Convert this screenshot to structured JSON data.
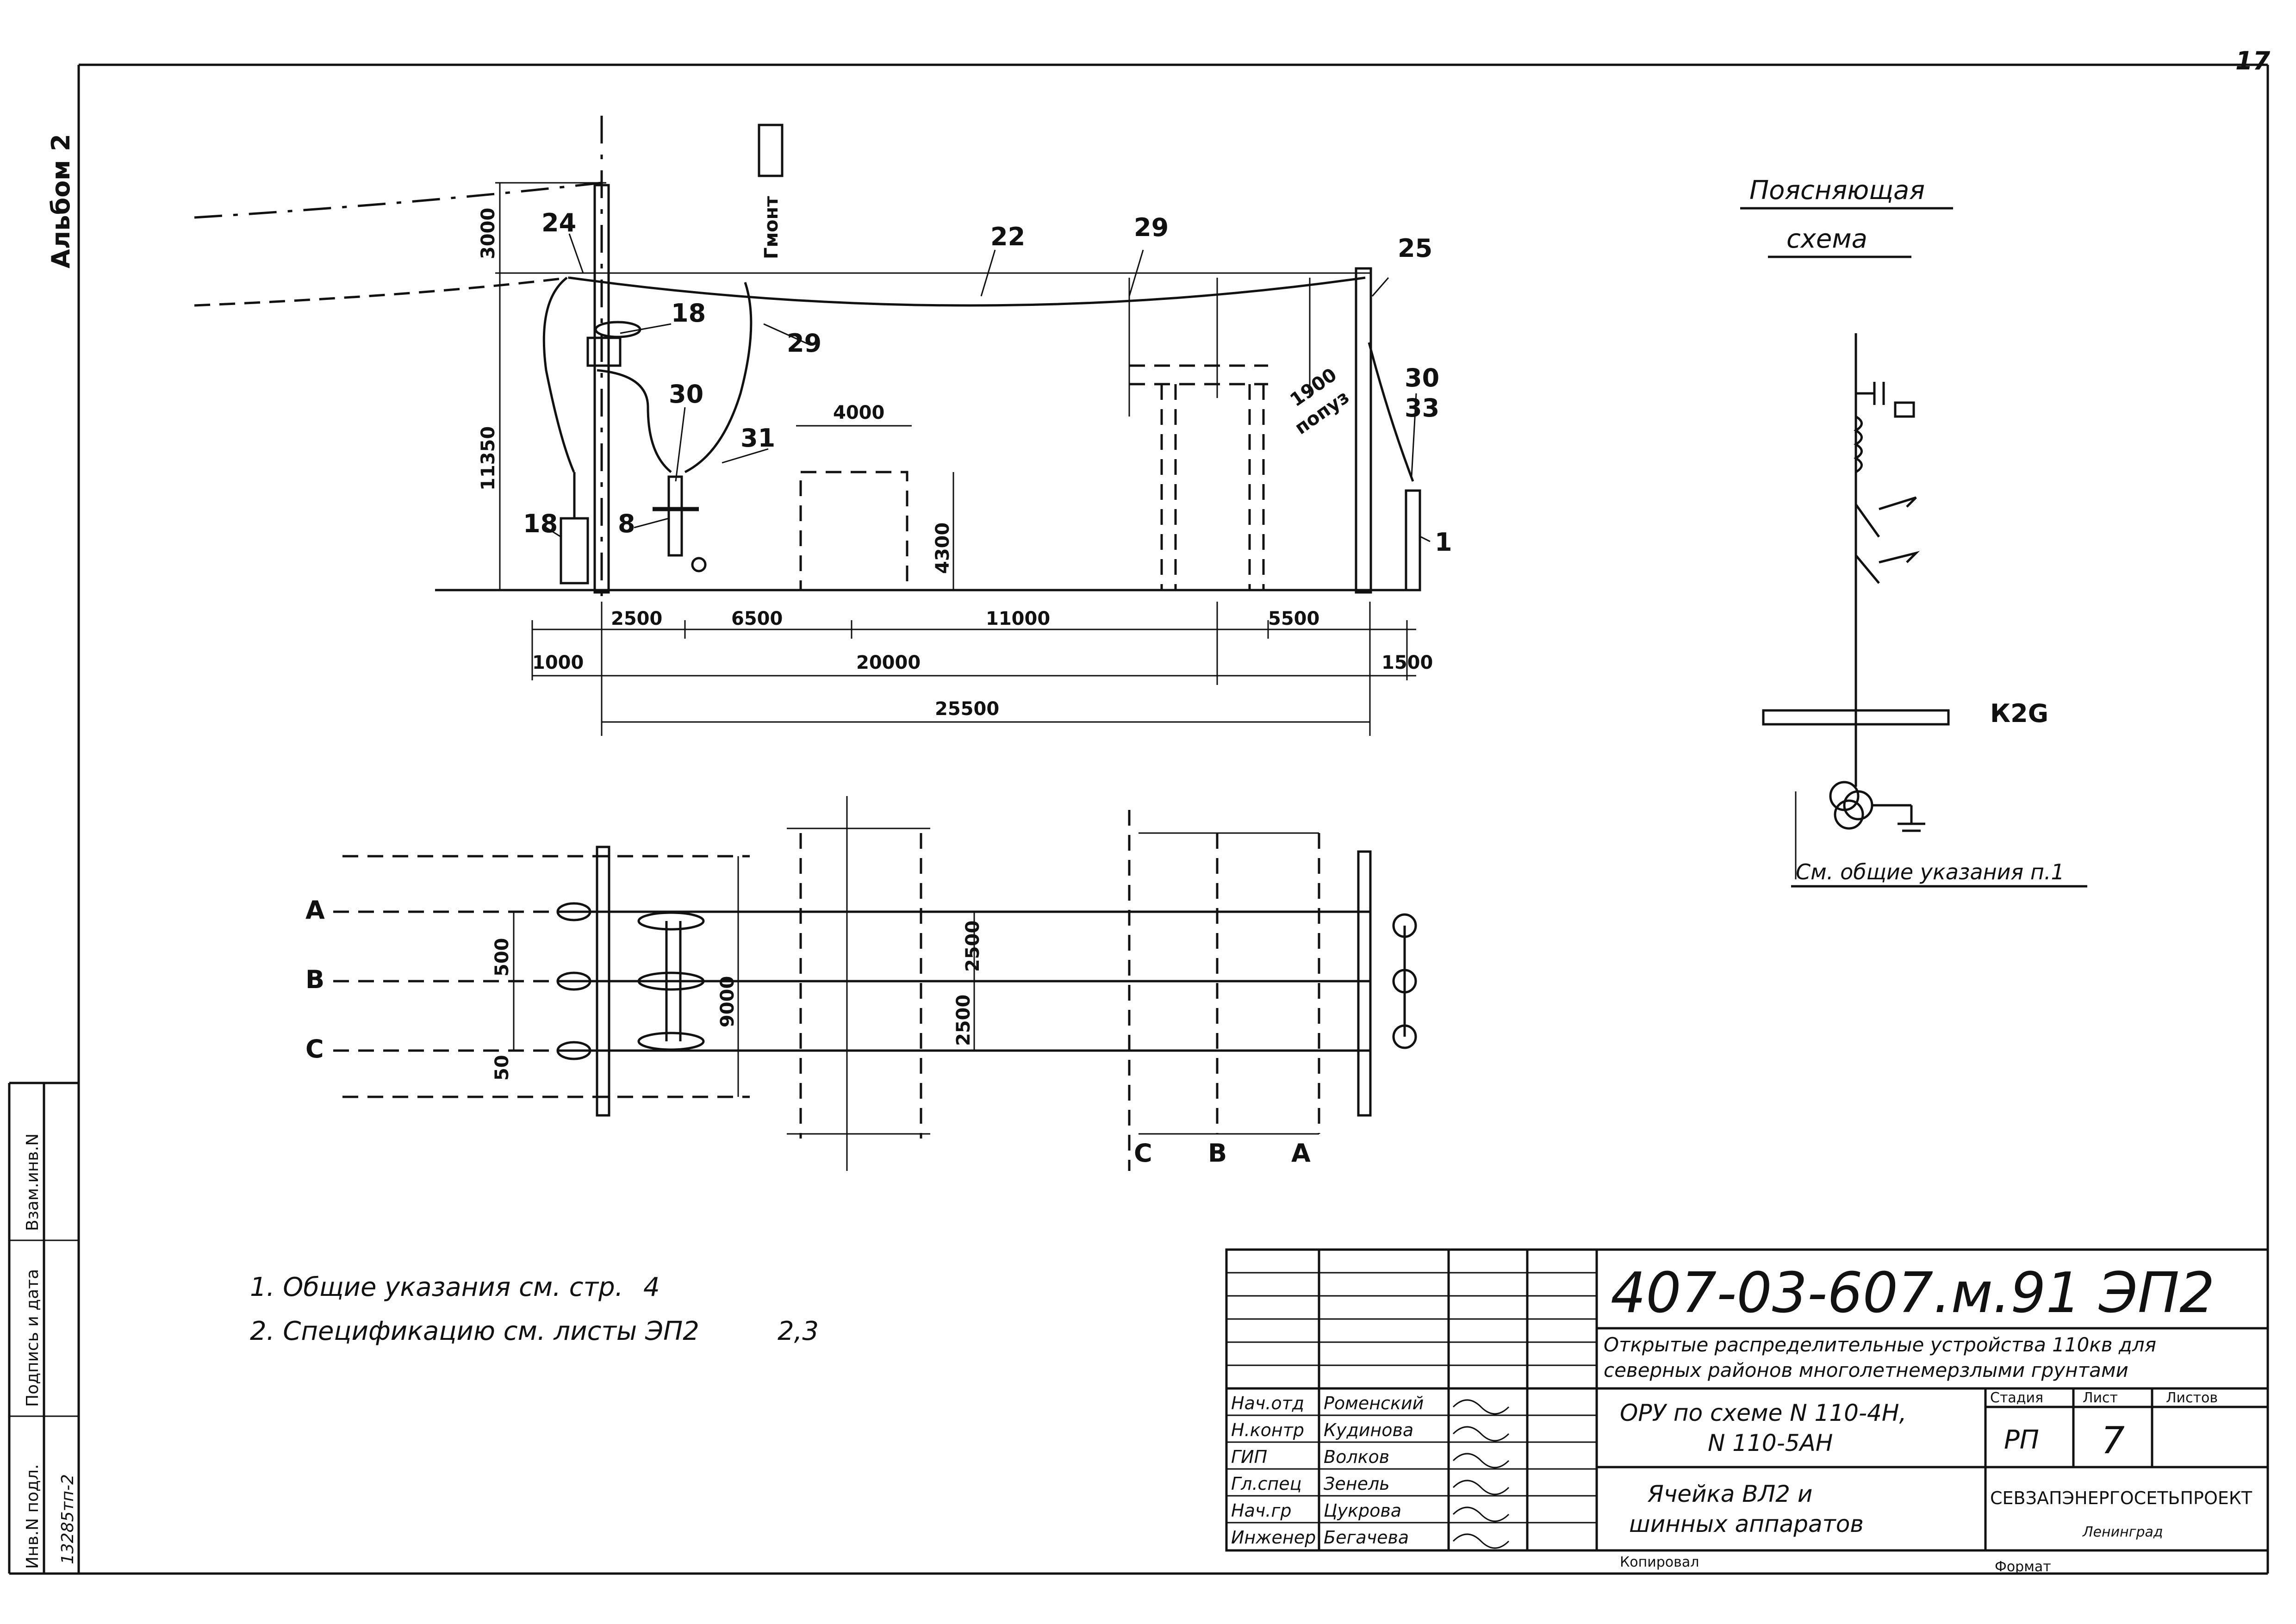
{
  "album_label": "Альбом 2",
  "sheet_corner_number": "17",
  "left_strip": {
    "inv_replace": "Взам.инв.N",
    "sign_date": "Подпись и дата",
    "inv_orig": "Инв.N подл.",
    "inv_number": "13285тп-2"
  },
  "elevation": {
    "dims": {
      "d3000": "3000",
      "d11350": "11350",
      "d4000": "4000",
      "d4300": "4300",
      "d2500": "2500",
      "d6500": "6500",
      "d11000": "11000",
      "d5500": "5500",
      "d1000": "1000",
      "d20000": "20000",
      "d1500": "1500",
      "d25500": "25500"
    },
    "notes": {
      "mount": "Гмонт",
      "sag_line1": "1900",
      "sag_line2": "попуз"
    },
    "callouts": {
      "c24": "24",
      "c22": "22",
      "c29a": "29",
      "c25": "25",
      "c18a": "18",
      "c29b": "29",
      "c30a": "30",
      "c31": "31",
      "c30b": "30",
      "c33": "33",
      "c18b": "18",
      "c8": "8",
      "c1": "1"
    }
  },
  "plan": {
    "phase_a": "A",
    "phase_b": "B",
    "phase_c": "C",
    "d500": "500",
    "d50": "50",
    "d9000": "9000",
    "d2500a": "2500",
    "d2500b": "2500",
    "bottom_c": "C",
    "bottom_b": "B",
    "bottom_a": "A"
  },
  "schematic": {
    "title_line1": "Поясняющая",
    "title_line2": "схема",
    "bus_label": "К2G",
    "note": "См. общие указания п.1"
  },
  "general_notes": {
    "note1": "1. Общие указания  см.  стр.",
    "note1_hand": "4",
    "note2": "2. Спецификацию  см.  листы  ЭП2",
    "note2_hand": "2,3"
  },
  "title_block": {
    "doc_code": "407-03-607.м.91  ЭП2",
    "project_line1": "Открытые распределительные устройства 110кв для",
    "project_line2": "северных районов многолетнемерзлыми грунтами",
    "object_line1": "ОРУ по схеме  N 110-4Н,",
    "object_line2": "N 110-5АН",
    "sheet_line1": "Ячейка  ВЛ2  и",
    "sheet_line2": "шинных  аппаратов",
    "col_stage": "Стадия",
    "col_sheet": "Лист",
    "col_sheets": "Листов",
    "stage": "РП",
    "sheet_no": "7",
    "org_name": "СЕВЗАПЭНЕРГОСЕТЬПРОЕКТ",
    "org_city": "Ленинград",
    "copied": "Копировал",
    "format": "Формат",
    "staff": [
      {
        "role": "Нач.отд",
        "name": "Роменский"
      },
      {
        "role": "Н.контр",
        "name": "Кудинова"
      },
      {
        "role": "ГИП",
        "name": "Волков"
      },
      {
        "role": "Гл.спец",
        "name": "Зенель"
      },
      {
        "role": "Нач.гр",
        "name": "Цукрова"
      },
      {
        "role": "Инженер",
        "name": "Бегачева"
      }
    ]
  }
}
